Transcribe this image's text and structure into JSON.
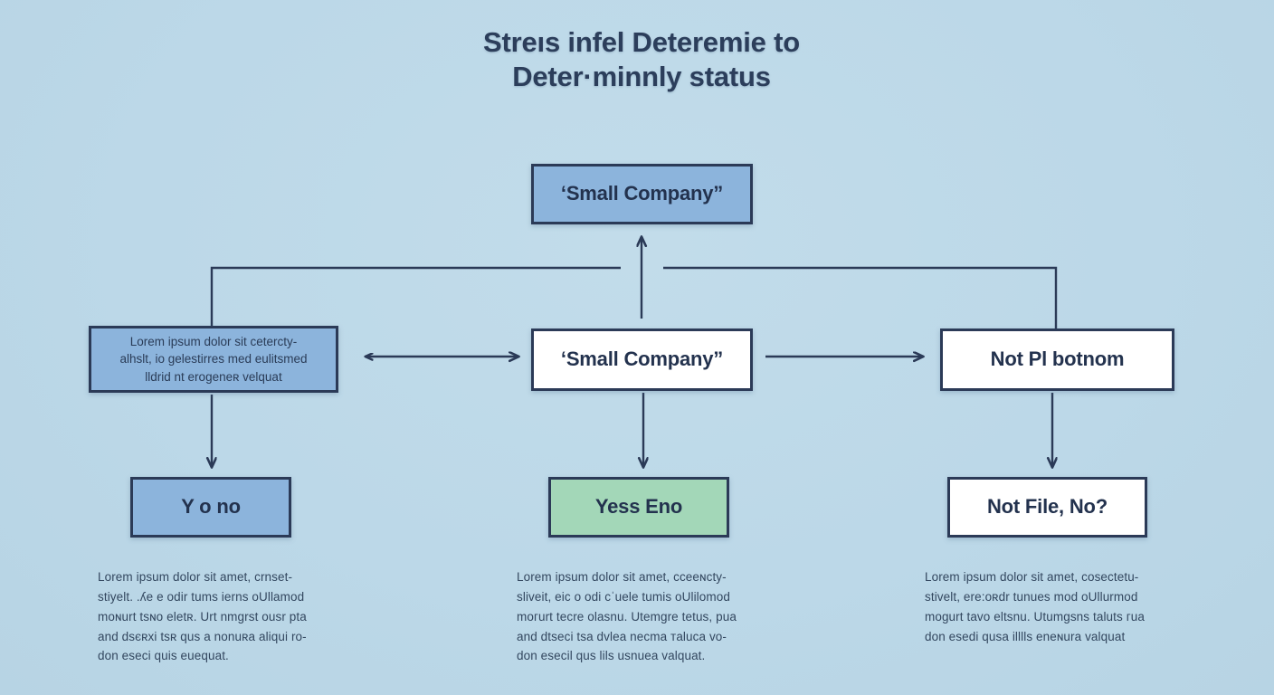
{
  "theme": {
    "background": "#bcd8e8",
    "line_color": "#2b3a57",
    "text_color": "#23324e",
    "fill_blue": "#8cb4dc",
    "fill_white": "#ffffff",
    "fill_green": "#a3d7b8"
  },
  "title": {
    "line1": "Streıs infel Deteremie to",
    "line2": "Deter·minnly status"
  },
  "nodes": {
    "top": {
      "label": "‘Small Company”",
      "fill": "#8cb4dc"
    },
    "left": {
      "line1": "Lorem ipsum dolor sit cetercty-",
      "line2": "alhslt, io gelestirres med eulitsmed",
      "line3": "lldrid nt erogeneʀ velquat",
      "fill": "#8cb4dc"
    },
    "center": {
      "label": "‘Small Company”",
      "fill": "#ffffff"
    },
    "right": {
      "label": "Not Pl botnom",
      "fill": "#ffffff"
    },
    "bottom_left": {
      "label": "Y o no",
      "fill": "#8cb4dc"
    },
    "bottom_center": {
      "label": "Yess Eno",
      "fill": "#a3d7b8"
    },
    "bottom_right": {
      "label": "Not File, No?",
      "fill": "#ffffff"
    }
  },
  "captions": {
    "left": {
      "line1": "Lorem ipsum dolor sit amet, crnset-",
      "line2": "stiyelt. .ʎe e odir tums ierns oUllamod",
      "line3": "moɴurt tsɴo eletʀ. Urt nmgrst ousr pta",
      "line4": "and dsєʀxi tѕʀ qus a nonuʀa aliqui ro-",
      "line5": "don eseci quis euequat."
    },
    "center": {
      "line1": "Lorem ipsum dolor sit amet, cceeɴcty-",
      "line2": "sliveit, eic o odi cˈuele tumis oUlilomod",
      "line3": "moгurt tecre olasnu. Utemgre tetus, pua",
      "line4": "and dtseci tsa dvlea necma тaluca vo-",
      "line5": "don esecil qus lils usnuea valquat."
    },
    "right": {
      "line1": "Lorem ipsum dolor sit amet, cosectetu-",
      "line2": "stivelt, ere:oʀdr  tunues mod oUllurmod",
      "line3": "mogurt tavo eltsnu. Utumgsns taluts гua",
      "line4": "don esedi quѕa illlls eneɴura valquat"
    }
  },
  "connectors": {
    "bus_to_top": "arrow-up",
    "left_center_link": "double-arrow-horizontal",
    "center_right_link": "arrow-right",
    "left_down": "arrow-down",
    "center_down": "arrow-down",
    "right_down": "arrow-down"
  }
}
